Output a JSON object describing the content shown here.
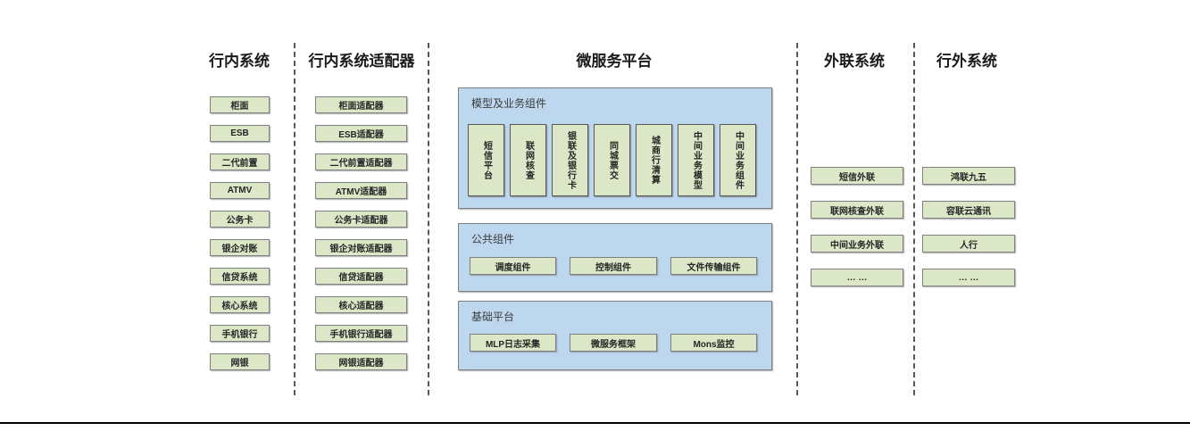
{
  "diagram": {
    "title": "bank-microservice-architecture",
    "columns": [
      {
        "title": "行内系统",
        "items": [
          "柜面",
          "ESB",
          "二代前置",
          "ATMV",
          "公务卡",
          "银企对账",
          "信贷系统",
          "核心系统",
          "手机银行",
          "网银"
        ]
      },
      {
        "title": "行内系统适配器",
        "items": [
          "柜面适配器",
          "ESB适配器",
          "二代前置适配器",
          "ATMV适配器",
          "公务卡适配器",
          "银企对账适配器",
          "信贷适配器",
          "核心适配器",
          "手机银行适配器",
          "网银适配器"
        ]
      },
      {
        "title": "微服务平台",
        "sections": [
          {
            "title": "模型及业务组件",
            "items": [
              "短信平台",
              "联网核查",
              "银联及银行卡",
              "同城票交",
              "城商行清算",
              "中间业务模型",
              "中间业务组件"
            ]
          },
          {
            "title": "公共组件",
            "items": [
              "调度组件",
              "控制组件",
              "文件传输组件"
            ]
          },
          {
            "title": "基础平台",
            "items": [
              "MLP日志采集",
              "微服务框架",
              "Mons监控"
            ]
          }
        ]
      },
      {
        "title": "外联系统",
        "items": [
          "短信外联",
          "联网核查外联",
          "中间业务外联",
          "… …"
        ]
      },
      {
        "title": "行外系统",
        "items": [
          "鸿联九五",
          "容联云通讯",
          "人行",
          "… …"
        ]
      }
    ],
    "colors": {
      "box_fill": "#dbe7c6",
      "box_border": "#7f7f7f",
      "panel_fill": "#bdd7ee",
      "panel_border": "#7f7f7f",
      "vbox_border": "#595959",
      "divider": "#595959",
      "text": "#262626",
      "baseline": "#000000"
    }
  }
}
